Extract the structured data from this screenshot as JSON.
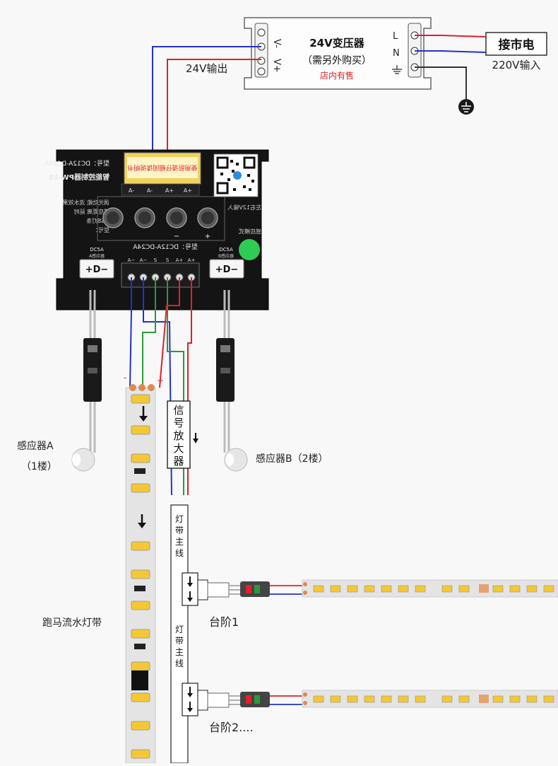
{
  "transformer": {
    "title": "24V变压器",
    "subtitle": "（需另外购买）",
    "note": "店内有售",
    "terminal_v_minus": "V-",
    "terminal_v_plus": "V+",
    "terminal_l": "L",
    "terminal_n": "N"
  },
  "mains": {
    "label": "接市电",
    "input_label": "220V输入"
  },
  "output_label": "24V输出",
  "controller": {
    "model_text": "型号：DC12A-DC24A",
    "name_text": "智能控制器PW-15",
    "feature_line1": "调光功能 流水效果",
    "feature_line2": "感应距离 延时",
    "feature_line3": "RGB灯条",
    "feature_line4": "型号：",
    "dip_labels": [
      "A-",
      "A-",
      "A+",
      "A+"
    ],
    "button_signs": [
      "",
      "",
      "−",
      "+"
    ],
    "right_text": "感应模式",
    "right_text2": "左右12V输入",
    "mid_model_text": "型号：DC12A-DC24A",
    "port_left_title": "DC5A",
    "port_left_sub": "A感应器",
    "port_right_title": "DC5A",
    "port_right_sub": "B感应器",
    "port_pins": "+D−",
    "terminal_labels": [
      "A−",
      "A−",
      "S",
      "S",
      "A+",
      "A+"
    ]
  },
  "sensor_a": {
    "label": "感应器A",
    "sub": "（1楼）"
  },
  "sensor_b": {
    "label": "感应器B（2楼）"
  },
  "amplifier": {
    "label": [
      "信",
      "号",
      "放",
      "大",
      "器"
    ]
  },
  "strip_polarity": {
    "minus": "-",
    "plus": "+"
  },
  "main_line": {
    "label": [
      "灯",
      "带",
      "主",
      "线"
    ]
  },
  "main_line2": {
    "label": [
      "灯",
      "带",
      "主",
      "线"
    ]
  },
  "strip_label": "跑马流水灯带",
  "step1": "台阶1",
  "step2": "台阶2....",
  "colors": {
    "wire_red": "#e0202a",
    "wire_blue": "#2233cc",
    "wire_green": "#2a9a3a",
    "controller_body": "#141414",
    "led_yellow": "#f5c832",
    "led_indicator": "#2ecc55"
  }
}
